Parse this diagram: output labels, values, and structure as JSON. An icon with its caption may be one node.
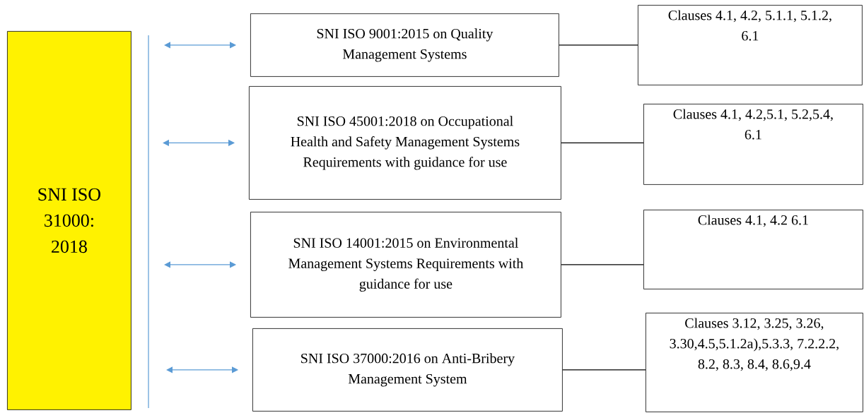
{
  "diagram": {
    "nodes": [
      {
        "text": [
          "SNI ISO 31000: 2018"
        ]
      },
      {
        "text": [
          "SNI ISO 9001:2015 on Quality Management Systems"
        ]
      },
      {
        "text": [
          "SNI ISO 45001:2018 on Occupational Health and Safety Management Systems Requirements with guidance for use"
        ]
      },
      {
        "text": [
          "SNI ISO 14001:2015 on Environmental Management Systems Requirements with guidance for use"
        ]
      },
      {
        "text": [
          "SNI ISO 37000:2016 on Anti-Bribery Management System"
        ]
      },
      {
        "text": [
          "Clauses 4.1, 4.2, 5.1.1, 5.1.2, 6.1"
        ]
      },
      {
        "text": [
          "Clauses 4.1, 4.2,5.1, 5.2,5.4, 6.1"
        ]
      },
      {
        "text": [
          "Clauses 4.1, 4.2 6.1"
        ]
      },
      {
        "text": [
          "Clauses 3.12, 3.25, 3.26, 3.30,4.5,5.1.2a),5.3.3, 7.2.2.2, 8.2, 8.3, 8.4, 8.6,9.4"
        ]
      }
    ],
    "edges": [
      {
        "from": null,
        "to": 1,
        "arrow": "both",
        "color": "#5b9bd5"
      },
      {
        "from": null,
        "to": 2,
        "arrow": "both",
        "color": "#5b9bd5"
      },
      {
        "from": null,
        "to": 3,
        "arrow": "both",
        "color": "#5b9bd5"
      },
      {
        "from": null,
        "to": 4,
        "arrow": "both",
        "color": "#5b9bd5"
      },
      {
        "from": 1,
        "to": 5,
        "arrow": "none",
        "color": "#000000"
      },
      {
        "from": 2,
        "to": 6,
        "arrow": "none",
        "color": "#000000"
      },
      {
        "from": 3,
        "to": 7,
        "arrow": "none",
        "color": "#000000"
      },
      {
        "from": 4,
        "to": 8,
        "arrow": "none",
        "color": "#000000"
      }
    ]
  }
}
